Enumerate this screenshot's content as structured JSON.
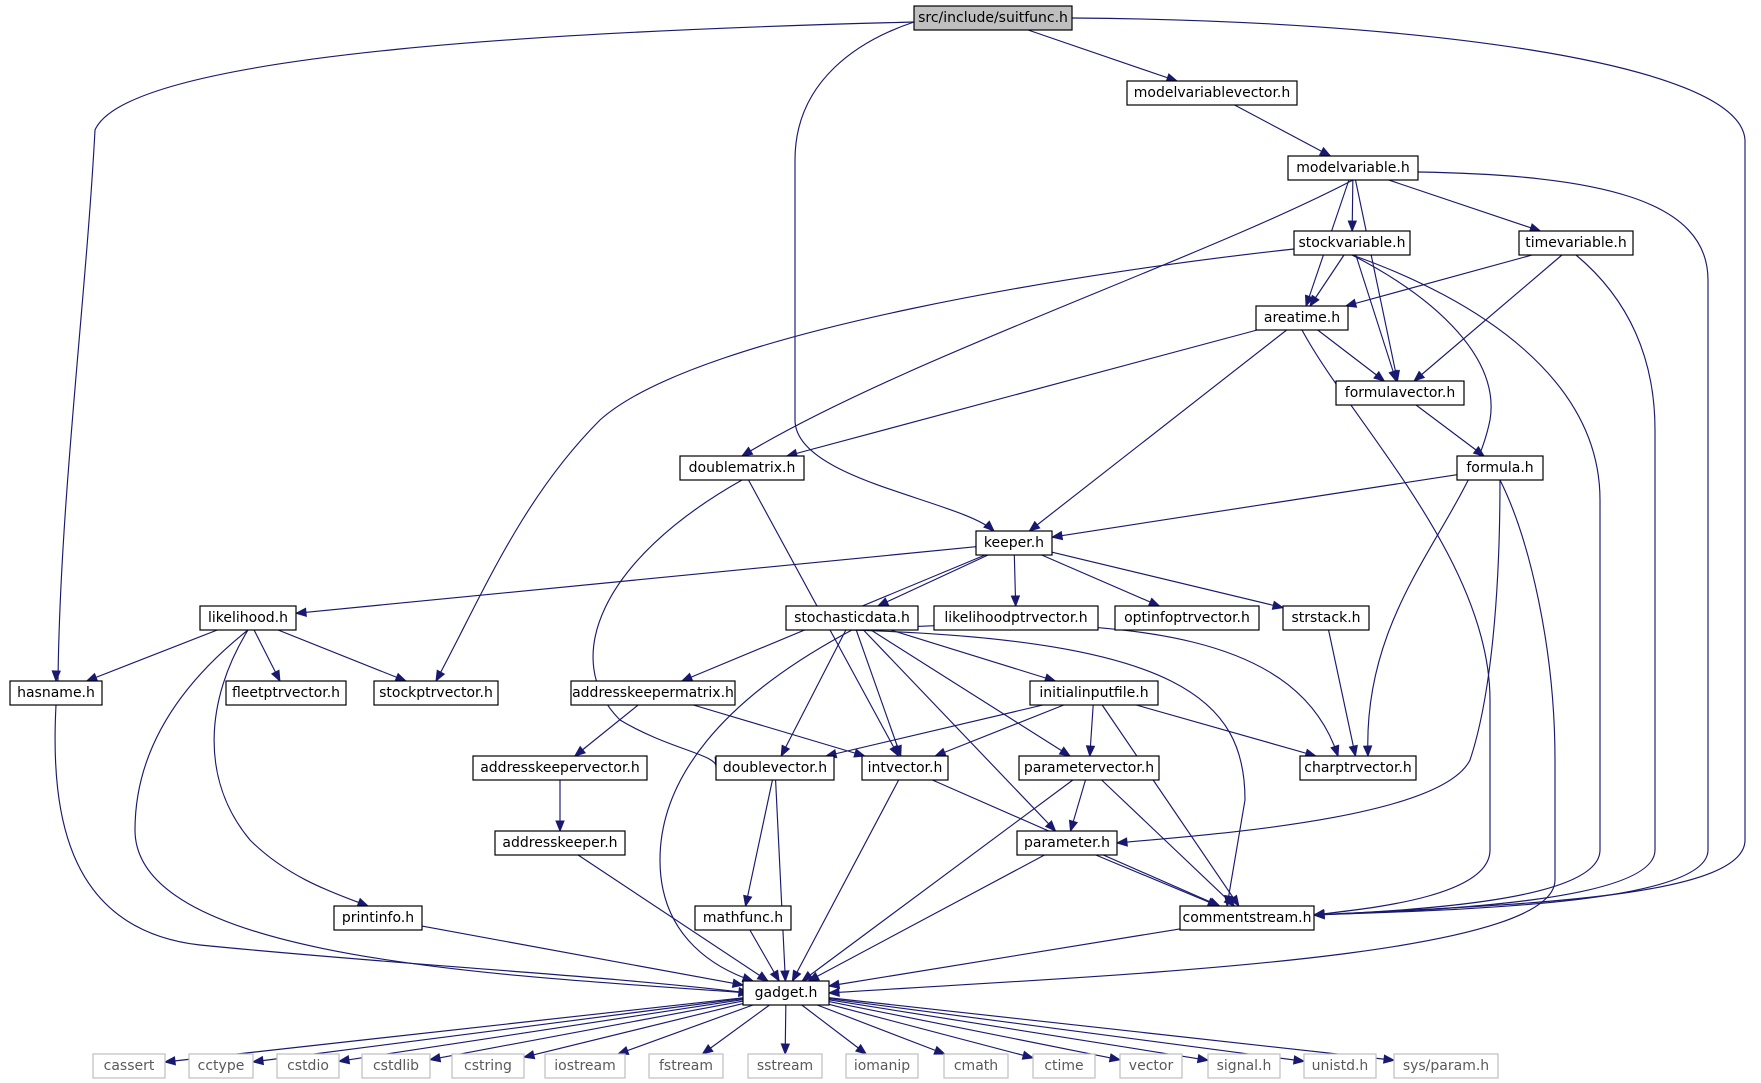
{
  "colors": {
    "edge": "#191970",
    "root_fill": "#bfbfbf",
    "node_border": "#000000",
    "system_border": "#bfbfbf",
    "system_text": "#5a5a5a"
  },
  "nodes": [
    {
      "id": "suitfunc",
      "label": "src/include/suitfunc.h",
      "kind": "root"
    },
    {
      "id": "modelvariablevector",
      "label": "modelvariablevector.h",
      "kind": "normal"
    },
    {
      "id": "modelvariable",
      "label": "modelvariable.h",
      "kind": "normal"
    },
    {
      "id": "stockvariable",
      "label": "stockvariable.h",
      "kind": "normal"
    },
    {
      "id": "timevariable",
      "label": "timevariable.h",
      "kind": "normal"
    },
    {
      "id": "areatime",
      "label": "areatime.h",
      "kind": "normal"
    },
    {
      "id": "formulavector",
      "label": "formulavector.h",
      "kind": "normal"
    },
    {
      "id": "doublematrix",
      "label": "doublematrix.h",
      "kind": "normal"
    },
    {
      "id": "formula",
      "label": "formula.h",
      "kind": "normal"
    },
    {
      "id": "keeper",
      "label": "keeper.h",
      "kind": "normal"
    },
    {
      "id": "likelihood",
      "label": "likelihood.h",
      "kind": "normal"
    },
    {
      "id": "stochasticdata",
      "label": "stochasticdata.h",
      "kind": "normal"
    },
    {
      "id": "likelihoodptrvector",
      "label": "likelihoodptrvector.h",
      "kind": "normal"
    },
    {
      "id": "optinfoptrvector",
      "label": "optinfoptrvector.h",
      "kind": "normal"
    },
    {
      "id": "strstack",
      "label": "strstack.h",
      "kind": "normal"
    },
    {
      "id": "hasname",
      "label": "hasname.h",
      "kind": "normal"
    },
    {
      "id": "fleetptrvector",
      "label": "fleetptrvector.h",
      "kind": "normal"
    },
    {
      "id": "stockptrvector",
      "label": "stockptrvector.h",
      "kind": "normal"
    },
    {
      "id": "addresskeepermatrix",
      "label": "addresskeepermatrix.h",
      "kind": "normal"
    },
    {
      "id": "initialinputfile",
      "label": "initialinputfile.h",
      "kind": "normal"
    },
    {
      "id": "addresskeepervector",
      "label": "addresskeepervector.h",
      "kind": "normal"
    },
    {
      "id": "doublevector",
      "label": "doublevector.h",
      "kind": "normal"
    },
    {
      "id": "intvector",
      "label": "intvector.h",
      "kind": "normal"
    },
    {
      "id": "parametervector",
      "label": "parametervector.h",
      "kind": "normal"
    },
    {
      "id": "charptrvector",
      "label": "charptrvector.h",
      "kind": "normal"
    },
    {
      "id": "addresskeeper",
      "label": "addresskeeper.h",
      "kind": "normal"
    },
    {
      "id": "parameter",
      "label": "parameter.h",
      "kind": "normal"
    },
    {
      "id": "printinfo",
      "label": "printinfo.h",
      "kind": "normal"
    },
    {
      "id": "mathfunc",
      "label": "mathfunc.h",
      "kind": "normal"
    },
    {
      "id": "commentstream",
      "label": "commentstream.h",
      "kind": "normal"
    },
    {
      "id": "gadget",
      "label": "gadget.h",
      "kind": "normal"
    },
    {
      "id": "cassert",
      "label": "cassert",
      "kind": "system"
    },
    {
      "id": "cctype",
      "label": "cctype",
      "kind": "system"
    },
    {
      "id": "cstdio",
      "label": "cstdio",
      "kind": "system"
    },
    {
      "id": "cstdlib",
      "label": "cstdlib",
      "kind": "system"
    },
    {
      "id": "cstring",
      "label": "cstring",
      "kind": "system"
    },
    {
      "id": "iostream",
      "label": "iostream",
      "kind": "system"
    },
    {
      "id": "fstream",
      "label": "fstream",
      "kind": "system"
    },
    {
      "id": "sstream",
      "label": "sstream",
      "kind": "system"
    },
    {
      "id": "iomanip",
      "label": "iomanip",
      "kind": "system"
    },
    {
      "id": "cmath",
      "label": "cmath",
      "kind": "system"
    },
    {
      "id": "ctime",
      "label": "ctime",
      "kind": "system"
    },
    {
      "id": "vector",
      "label": "vector",
      "kind": "system"
    },
    {
      "id": "signal",
      "label": "signal.h",
      "kind": "system"
    },
    {
      "id": "unistd",
      "label": "unistd.h",
      "kind": "system"
    },
    {
      "id": "sysparam",
      "label": "sys/param.h",
      "kind": "system"
    }
  ],
  "edges": [
    [
      "suitfunc",
      "modelvariablevector"
    ],
    [
      "suitfunc",
      "hasname"
    ],
    [
      "suitfunc",
      "keeper"
    ],
    [
      "suitfunc",
      "commentstream"
    ],
    [
      "modelvariablevector",
      "modelvariable"
    ],
    [
      "modelvariable",
      "stockvariable"
    ],
    [
      "modelvariable",
      "timevariable"
    ],
    [
      "modelvariable",
      "areatime"
    ],
    [
      "modelvariable",
      "formulavector"
    ],
    [
      "modelvariable",
      "doublematrix"
    ],
    [
      "modelvariable",
      "commentstream"
    ],
    [
      "stockvariable",
      "areatime"
    ],
    [
      "stockvariable",
      "formulavector"
    ],
    [
      "stockvariable",
      "stockptrvector"
    ],
    [
      "stockvariable",
      "charptrvector"
    ],
    [
      "stockvariable",
      "commentstream"
    ],
    [
      "timevariable",
      "areatime"
    ],
    [
      "timevariable",
      "formulavector"
    ],
    [
      "timevariable",
      "commentstream"
    ],
    [
      "areatime",
      "formulavector"
    ],
    [
      "areatime",
      "doublematrix"
    ],
    [
      "areatime",
      "keeper"
    ],
    [
      "areatime",
      "commentstream"
    ],
    [
      "formulavector",
      "formula"
    ],
    [
      "formula",
      "keeper"
    ],
    [
      "formula",
      "parameter"
    ],
    [
      "formula",
      "gadget"
    ],
    [
      "doublematrix",
      "doublevector"
    ],
    [
      "doublematrix",
      "intvector"
    ],
    [
      "keeper",
      "likelihood"
    ],
    [
      "keeper",
      "stochasticdata"
    ],
    [
      "keeper",
      "likelihoodptrvector"
    ],
    [
      "keeper",
      "optinfoptrvector"
    ],
    [
      "keeper",
      "strstack"
    ],
    [
      "keeper",
      "addresskeepermatrix"
    ],
    [
      "likelihood",
      "hasname"
    ],
    [
      "likelihood",
      "fleetptrvector"
    ],
    [
      "likelihood",
      "stockptrvector"
    ],
    [
      "likelihood",
      "printinfo"
    ],
    [
      "likelihood",
      "gadget"
    ],
    [
      "strstack",
      "charptrvector"
    ],
    [
      "stochasticdata",
      "initialinputfile"
    ],
    [
      "stochasticdata",
      "doublevector"
    ],
    [
      "stochasticdata",
      "intvector"
    ],
    [
      "stochasticdata",
      "parametervector"
    ],
    [
      "stochasticdata",
      "charptrvector"
    ],
    [
      "stochasticdata",
      "parameter"
    ],
    [
      "stochasticdata",
      "commentstream"
    ],
    [
      "stochasticdata",
      "gadget"
    ],
    [
      "addresskeepermatrix",
      "addresskeepervector"
    ],
    [
      "addresskeepermatrix",
      "intvector"
    ],
    [
      "addresskeepervector",
      "addresskeeper"
    ],
    [
      "addresskeeper",
      "gadget"
    ],
    [
      "initialinputfile",
      "doublevector"
    ],
    [
      "initialinputfile",
      "intvector"
    ],
    [
      "initialinputfile",
      "parametervector"
    ],
    [
      "initialinputfile",
      "charptrvector"
    ],
    [
      "initialinputfile",
      "commentstream"
    ],
    [
      "doublevector",
      "mathfunc"
    ],
    [
      "doublevector",
      "gadget"
    ],
    [
      "mathfunc",
      "gadget"
    ],
    [
      "intvector",
      "gadget"
    ],
    [
      "intvector",
      "commentstream"
    ],
    [
      "parametervector",
      "parameter"
    ],
    [
      "parametervector",
      "commentstream"
    ],
    [
      "parametervector",
      "gadget"
    ],
    [
      "parameter",
      "commentstream"
    ],
    [
      "parameter",
      "gadget"
    ],
    [
      "commentstream",
      "gadget"
    ],
    [
      "hasname",
      "gadget"
    ],
    [
      "printinfo",
      "gadget"
    ],
    [
      "gadget",
      "cassert"
    ],
    [
      "gadget",
      "cctype"
    ],
    [
      "gadget",
      "cstdio"
    ],
    [
      "gadget",
      "cstdlib"
    ],
    [
      "gadget",
      "cstring"
    ],
    [
      "gadget",
      "iostream"
    ],
    [
      "gadget",
      "fstream"
    ],
    [
      "gadget",
      "sstream"
    ],
    [
      "gadget",
      "iomanip"
    ],
    [
      "gadget",
      "cmath"
    ],
    [
      "gadget",
      "ctime"
    ],
    [
      "gadget",
      "vector"
    ],
    [
      "gadget",
      "signal"
    ],
    [
      "gadget",
      "unistd"
    ],
    [
      "gadget",
      "sysparam"
    ]
  ]
}
